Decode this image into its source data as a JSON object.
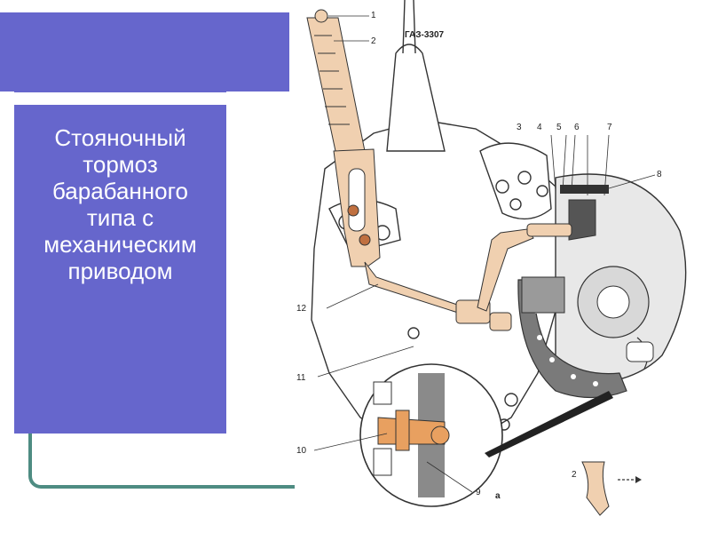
{
  "slide": {
    "title": "Стояночный\nтормоз\nбарабанного\nтипа с\nмеханическим\nприводом"
  },
  "diagram": {
    "model_label": "ГАЗ-3307",
    "callouts": [
      "1",
      "2",
      "3",
      "4",
      "5",
      "6",
      "7",
      "8",
      "9",
      "10",
      "11",
      "12"
    ],
    "inset_label": "а",
    "inset2_label": "2",
    "colors": {
      "accent_orange": "#e8a060",
      "lever_tan": "#f0d0b0",
      "shoe_gray": "#7a7a7a",
      "panel": "#6666cc",
      "line": "#4e8c82"
    }
  }
}
